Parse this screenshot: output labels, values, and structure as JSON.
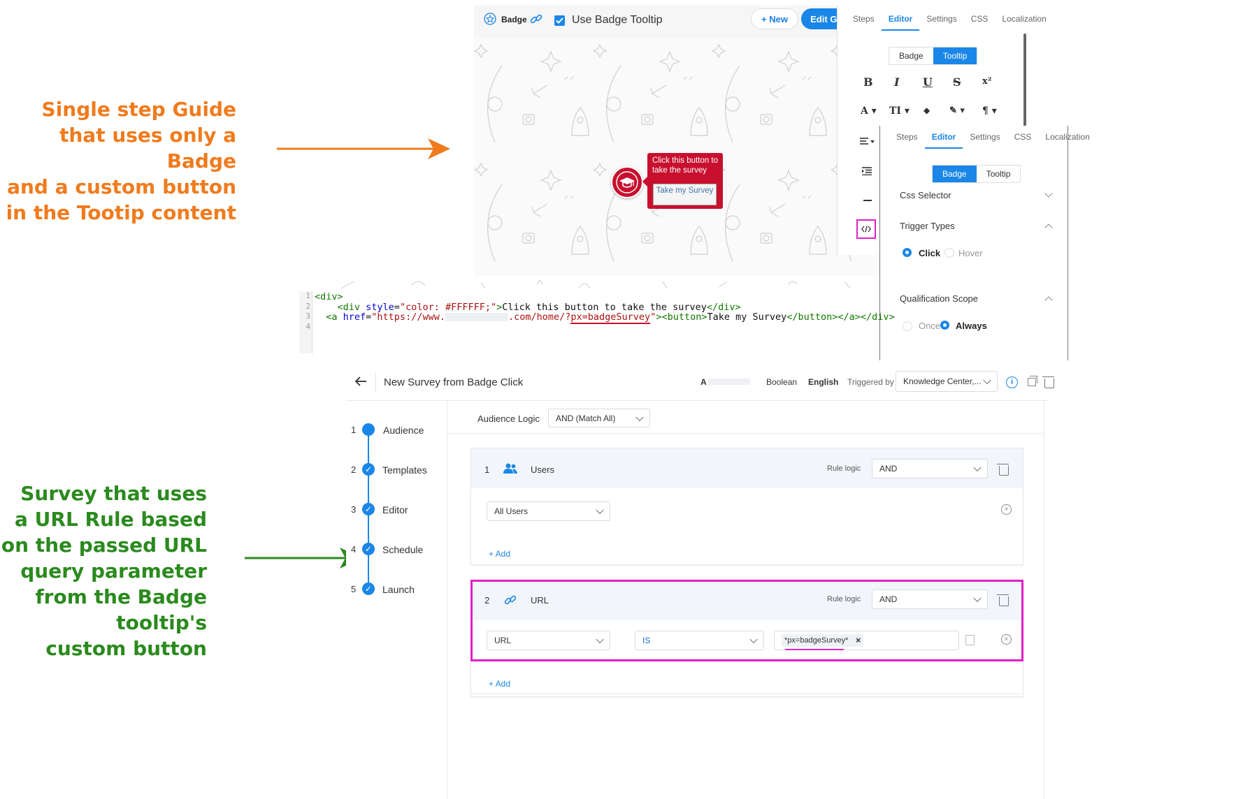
{
  "annotations": {
    "guide_lines": [
      "Single step Guide",
      "that uses only a Badge",
      "and a custom button",
      "in the Tootip content"
    ],
    "survey_lines": [
      "Survey that uses",
      "a URL Rule based",
      "on the passed URL",
      "query parameter",
      "from the Badge tooltip's",
      "custom button"
    ],
    "guide_color": "#f07b1d",
    "survey_color": "#2b8a1e",
    "highlight_color": "#e020c8"
  },
  "guide_editor": {
    "toolbar": {
      "badge_label": "Badge",
      "tooltip_checkbox_label": "Use Badge Tooltip",
      "new_button": "+ New",
      "edit_button": "Edit Guide In-App"
    },
    "tooltip": {
      "text": "Click this button to take the survey",
      "button_label": "Take my Survey",
      "color": "#c8102e"
    },
    "panel_back": {
      "tabs": [
        "Steps",
        "Editor",
        "Settings",
        "CSS",
        "Localization"
      ],
      "active_tab": "Editor",
      "segment": [
        "Badge",
        "Tooltip"
      ],
      "active_segment": "Tooltip",
      "format_buttons": [
        "B",
        "I",
        "U",
        "S",
        "x²"
      ],
      "format_row2": [
        "A ▾",
        "TI ▾",
        "◆",
        "✎ ▾",
        "¶ ▾"
      ]
    },
    "panel_front": {
      "tabs": [
        "Steps",
        "Editor",
        "Settings",
        "CSS",
        "Localization"
      ],
      "active_tab": "Editor",
      "segment": [
        "Badge",
        "Tooltip"
      ],
      "active_segment": "Badge",
      "css_selector_label": "Css Selector",
      "trigger_types_label": "Trigger Types",
      "trigger_options": [
        "Click",
        "Hover"
      ],
      "trigger_selected": "Click",
      "qualification_label": "Qualification Scope",
      "qualification_options": [
        "Once",
        "Always"
      ],
      "qualification_selected": "Always"
    },
    "code": {
      "line_numbers": [
        "1",
        "2",
        "3",
        "4"
      ],
      "line1": "<div>",
      "line2_a": "    <div ",
      "line2_attr": "style",
      "line2_eq": "=",
      "line2_str": "\"color: #FFFFFF;\"",
      "line2_b": ">",
      "line2_text": "Click this button to take the survey",
      "line2_c": "</div>",
      "line3_a": "  <a ",
      "line3_attr": "href",
      "line3_eq": "=",
      "line3_str1": "\"https://www.",
      "line3_str2": ".com/home/?",
      "line3_str3": "px=badgeSurvey",
      "line3_str4": "\"",
      "line3_b": "><button>",
      "line3_text": "Take my Survey",
      "line3_c": "</button></a></div>"
    }
  },
  "survey": {
    "title": "New Survey from Badge Click",
    "header_user": "A",
    "header_boolean": "Boolean",
    "header_language": "English",
    "triggered_by_label": "Triggered by",
    "triggered_by_value": "Knowledge Center,...",
    "steps": [
      {
        "num": "1",
        "label": "Audience"
      },
      {
        "num": "2",
        "label": "Templates"
      },
      {
        "num": "3",
        "label": "Editor"
      },
      {
        "num": "4",
        "label": "Schedule"
      },
      {
        "num": "5",
        "label": "Launch"
      }
    ],
    "audience_logic_label": "Audience Logic",
    "audience_logic_value": "AND (Match All)",
    "rule1": {
      "num": "1",
      "title": "Users",
      "rule_logic_label": "Rule logic",
      "rule_logic_value": "AND",
      "field_value": "All Users",
      "add_label": "+ Add"
    },
    "rule2": {
      "num": "2",
      "title": "URL",
      "rule_logic_label": "Rule logic",
      "rule_logic_value": "AND",
      "field_value": "URL",
      "operator_value": "IS",
      "chip_value": "*px=badgeSurvey*",
      "chip_remove": "×",
      "add_label": "+ Add"
    }
  }
}
